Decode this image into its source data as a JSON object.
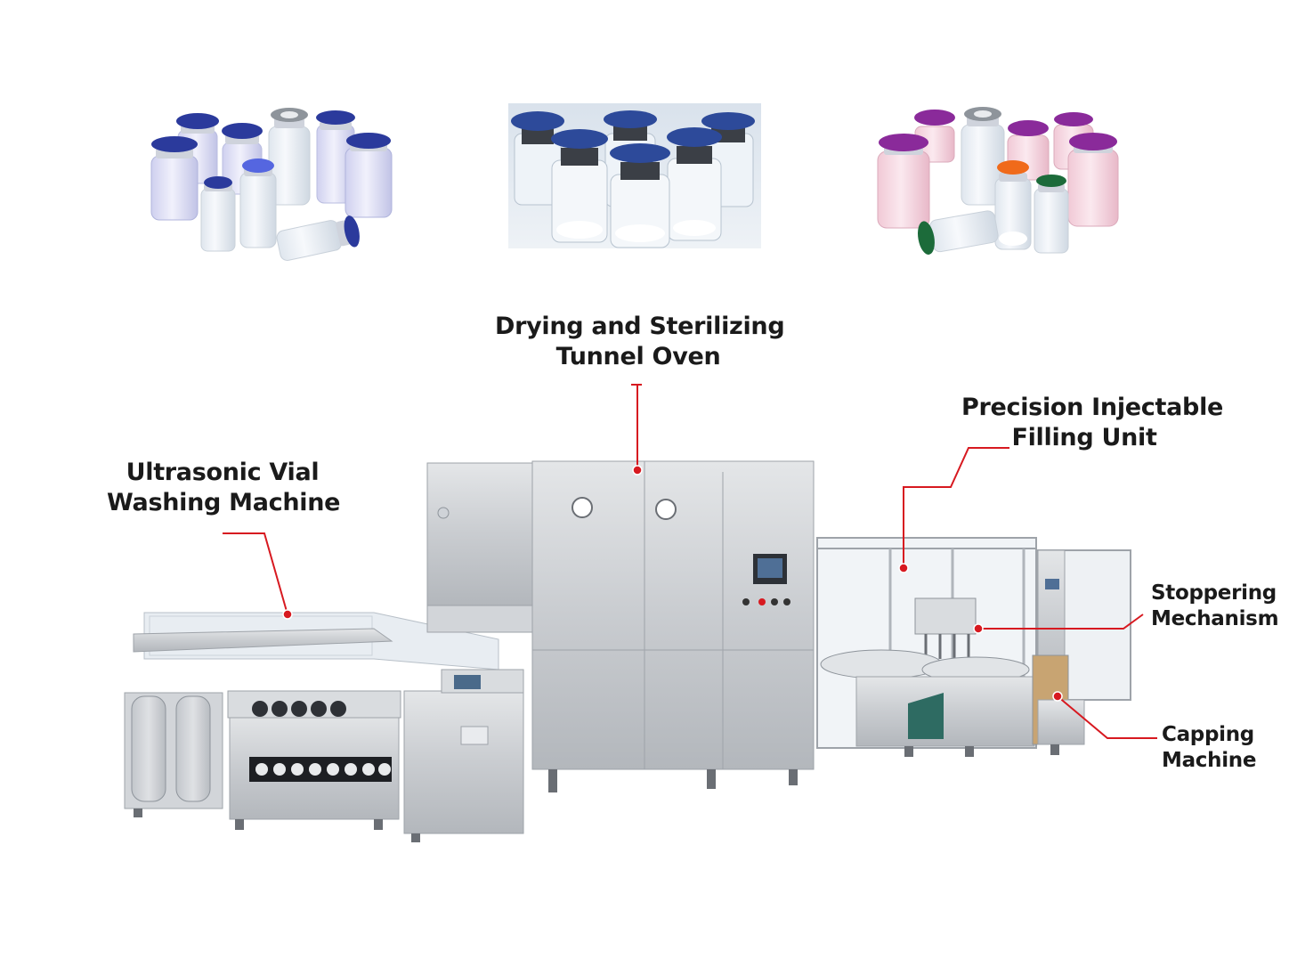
{
  "labels": {
    "washer": [
      "Ultrasonic Vial",
      "Washing Machine"
    ],
    "oven": [
      "Drying and Sterilizing",
      "Tunnel Oven"
    ],
    "filler": [
      "Precision Injectable",
      "Filling Unit"
    ],
    "stopper": [
      "Stoppering",
      "Mechanism"
    ],
    "capper": [
      "Capping",
      "Machine"
    ]
  },
  "colors": {
    "callout": "#d71920",
    "steel": "#c9ccd0",
    "steel_dark": "#9ea3a9",
    "cap_blue": "#2b3a9c",
    "cap_purple": "#8a2a9a",
    "cap_orange": "#f06a1a",
    "cap_green": "#1c6b3a"
  },
  "photos": [
    "vial-group-blue",
    "vial-group-closeup",
    "vial-group-purple"
  ],
  "machines": [
    "washing-machine",
    "tunnel-oven",
    "filling-unit",
    "stoppering-mechanism",
    "capping-machine"
  ]
}
